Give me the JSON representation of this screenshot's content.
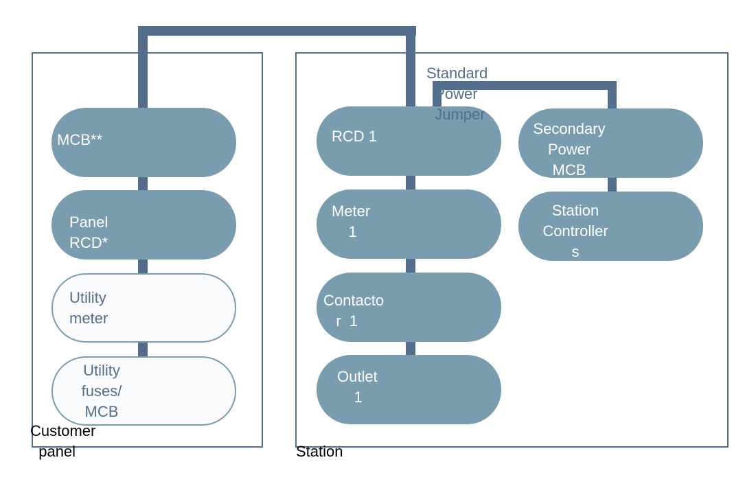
{
  "colors": {
    "wire": "#536e8d",
    "frame": "#536e8d",
    "device_fill": "#799cae",
    "device_outline_fill": "#f8fafc",
    "device_text": "#ffffff",
    "utility_text": "#536e8d",
    "caption_text": "#000000"
  },
  "groups": {
    "customer_panel": {
      "label": "Customer\n  panel",
      "devices": [
        {
          "label": "MCB**",
          "style": "filled"
        },
        {
          "label": "Panel\nRCD*",
          "style": "filled"
        },
        {
          "label": "Utility\nmeter",
          "style": "outline"
        },
        {
          "label": "Utility\nfuses/\nMCB",
          "style": "outline"
        }
      ]
    },
    "station": {
      "label": "Station",
      "primary_chain": [
        {
          "label": "RCD 1",
          "style": "filled"
        },
        {
          "label": "Meter\n    1",
          "style": "filled"
        },
        {
          "label": "Contacto\n   r  1",
          "style": "filled"
        },
        {
          "label": "Outlet\n    1",
          "style": "filled"
        }
      ],
      "secondary_chain": [
        {
          "label": "Secondary\nPower\nMCB",
          "style": "filled"
        },
        {
          "label": "Station\nController\ns",
          "style": "filled"
        }
      ]
    }
  },
  "connections": {
    "feed_label": "",
    "jumper_label": "Standard\n  Power\n  Jumper"
  }
}
